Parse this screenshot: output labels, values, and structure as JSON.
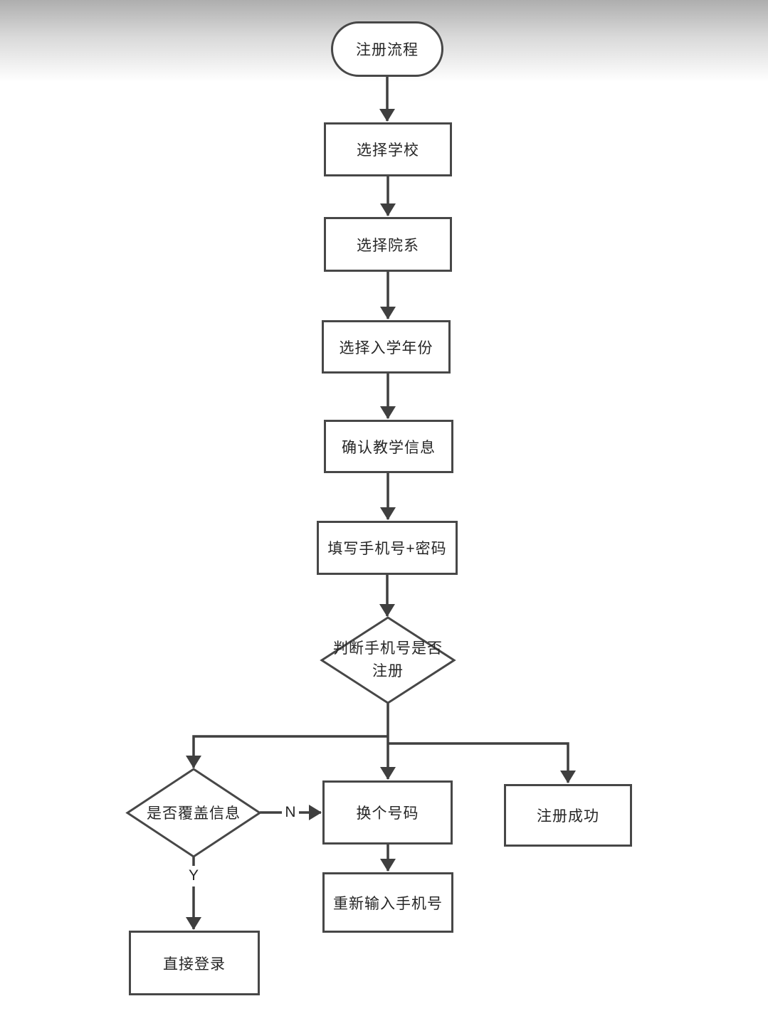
{
  "page": {
    "background_color": "#ffffff",
    "top_gradient_color": "#aeaeae",
    "stroke_color": "#3f3f3f",
    "text_color": "#262626"
  },
  "diagram": {
    "type": "flowchart",
    "nodes": [
      {
        "id": "start",
        "type": "terminator",
        "label": "注册流程"
      },
      {
        "id": "select-school",
        "type": "process",
        "label": "选择学校"
      },
      {
        "id": "select-department",
        "type": "process",
        "label": "选择院系"
      },
      {
        "id": "select-enrollment-year",
        "type": "process",
        "label": "选择入学年份"
      },
      {
        "id": "confirm-teaching-info",
        "type": "process",
        "label": "确认教学信息"
      },
      {
        "id": "fill-phone-password",
        "type": "process",
        "label": "填写手机号+密码"
      },
      {
        "id": "check-phone-registered",
        "type": "decision",
        "label": "判断手机号是否注册"
      },
      {
        "id": "overwrite-info",
        "type": "decision",
        "label": "是否覆盖信息"
      },
      {
        "id": "change-number",
        "type": "process",
        "label": "换个号码"
      },
      {
        "id": "reenter-phone",
        "type": "process",
        "label": "重新输入手机号"
      },
      {
        "id": "register-success",
        "type": "process",
        "label": "注册成功"
      },
      {
        "id": "direct-login",
        "type": "process",
        "label": "直接登录"
      }
    ],
    "edge_labels": {
      "no": "N",
      "yes": "Y"
    },
    "edges": [
      {
        "from": "start",
        "to": "select-school"
      },
      {
        "from": "select-school",
        "to": "select-department"
      },
      {
        "from": "select-department",
        "to": "select-enrollment-year"
      },
      {
        "from": "select-enrollment-year",
        "to": "confirm-teaching-info"
      },
      {
        "from": "confirm-teaching-info",
        "to": "fill-phone-password"
      },
      {
        "from": "fill-phone-password",
        "to": "check-phone-registered"
      },
      {
        "from": "check-phone-registered",
        "to": "overwrite-info"
      },
      {
        "from": "check-phone-registered",
        "to": "change-number"
      },
      {
        "from": "check-phone-registered",
        "to": "register-success"
      },
      {
        "from": "overwrite-info",
        "to": "change-number",
        "label": "N"
      },
      {
        "from": "overwrite-info",
        "to": "direct-login",
        "label": "Y"
      },
      {
        "from": "change-number",
        "to": "reenter-phone"
      }
    ]
  }
}
